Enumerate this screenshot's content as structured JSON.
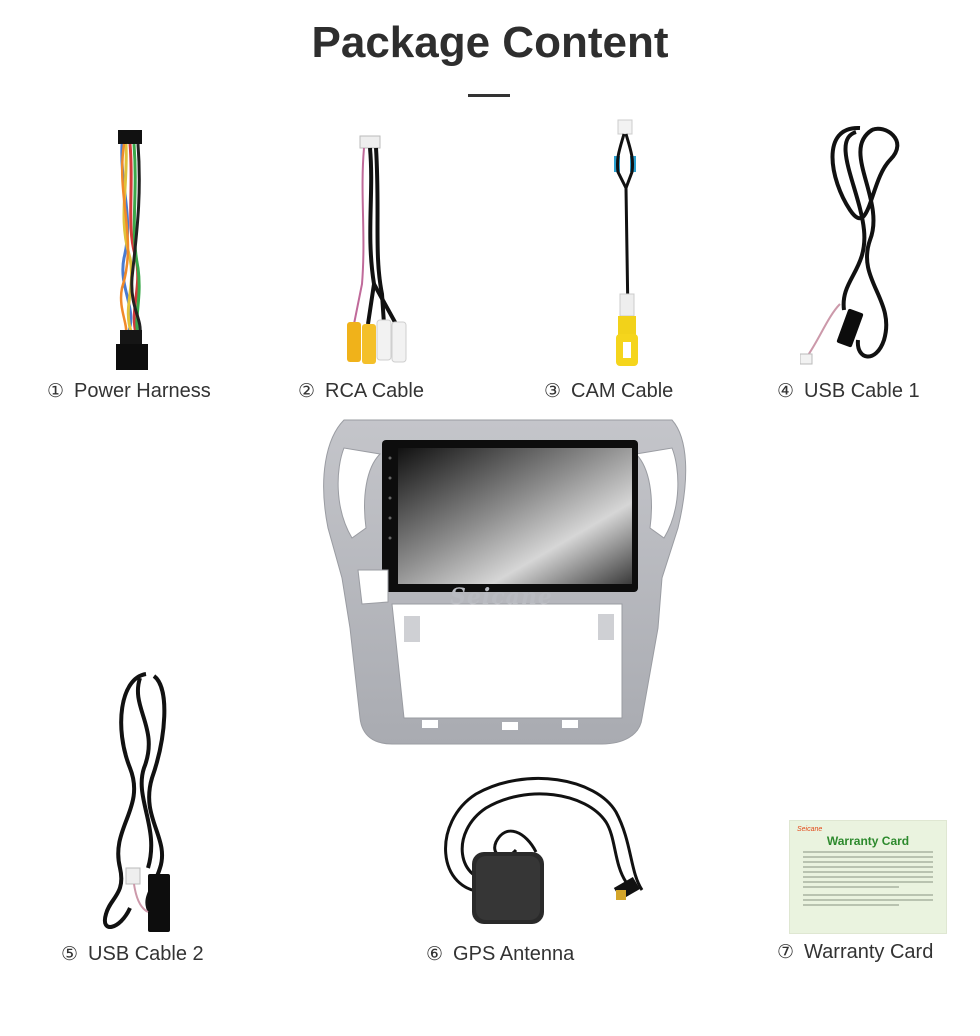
{
  "header": {
    "title": "Package Content"
  },
  "items": [
    {
      "number": "①",
      "label": "Power Harness"
    },
    {
      "number": "②",
      "label": "RCA Cable"
    },
    {
      "number": "③",
      "label": "CAM Cable"
    },
    {
      "number": "④",
      "label": "USB Cable 1"
    },
    {
      "number": "⑤",
      "label": "USB Cable 2"
    },
    {
      "number": "⑥",
      "label": "GPS Antenna"
    },
    {
      "number": "⑦",
      "label": "Warranty Card"
    }
  ],
  "head_unit": {
    "brand_logo": "Seicane"
  },
  "warranty_card": {
    "brand": "Seicane",
    "title": "Warranty Card"
  },
  "icons": [
    "power-harness-image",
    "rca-cable-image",
    "cam-cable-image",
    "usb-cable-image",
    "gps-antenna-image",
    "head-unit-image"
  ]
}
